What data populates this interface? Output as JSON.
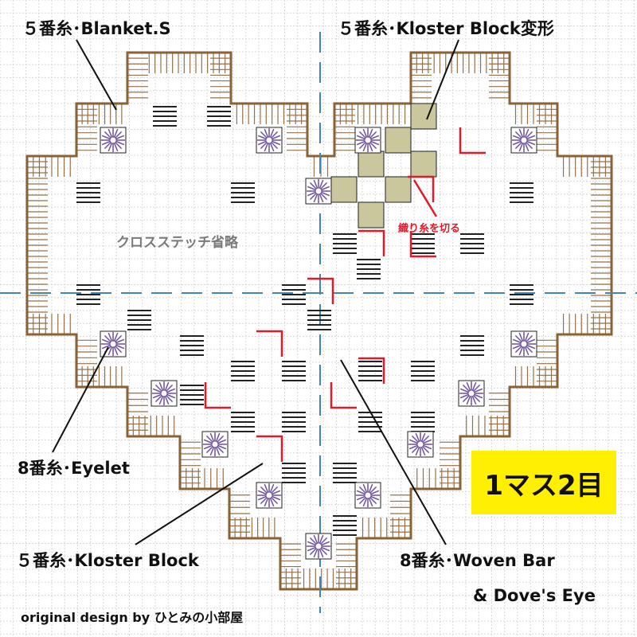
{
  "labels": {
    "blanket": "５番糸･Blanket.S",
    "kloster_variant": "５番糸･Kloster Block変形",
    "eyelet": "8番糸･Eyelet",
    "kloster": "５番糸･Kloster Block",
    "woven_line1": "8番糸･Woven Bar",
    "woven_line2": "& Dove's Eye",
    "cross_stitch_omitted": "クロスステッチ省略",
    "cut_threads": "織り糸を切る",
    "credit": "original design by ひとみの小部屋"
  },
  "badge": {
    "text": "1マス2目",
    "color": "#ffef00"
  },
  "colors": {
    "grid": "#d7d7d7",
    "brown": "#8a6236",
    "eyelet": "#6a4fa0",
    "kloster_variant_fill": "#c9c79b",
    "cut_red": "#e01a2a",
    "center_lines": "#3f86b4"
  }
}
